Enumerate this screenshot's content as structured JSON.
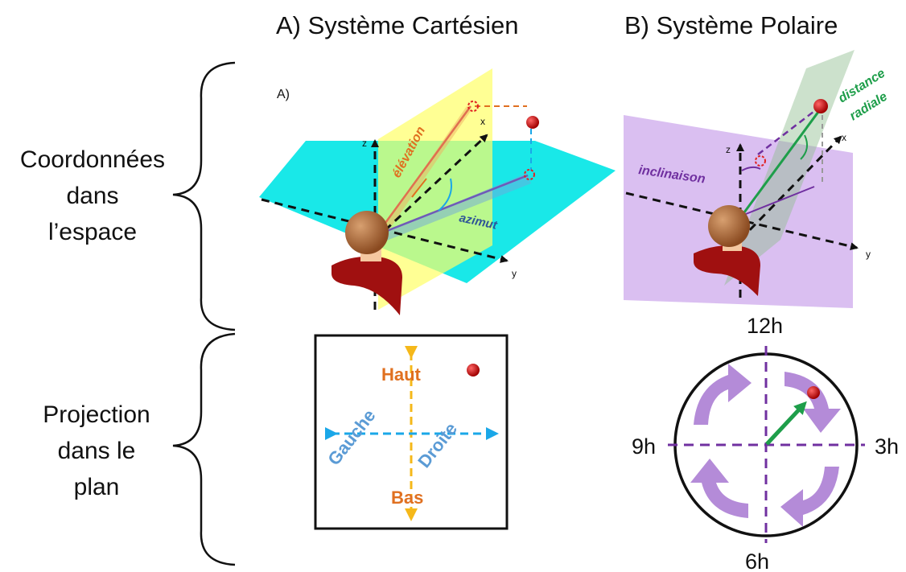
{
  "titles": {
    "cartesian": "A) Système Cartésien",
    "polar": "B) Système Polaire"
  },
  "row_labels": {
    "space": [
      "Coordonnées",
      "dans",
      "l’espace"
    ],
    "plane": [
      "Projection",
      "dans le",
      "plan"
    ]
  },
  "cartesian_3d": {
    "panel_label": "A)",
    "axis_z": "z",
    "axis_x": "x",
    "axis_y": "y",
    "elevation": "élévation",
    "azimuth": "azimut"
  },
  "polar_3d": {
    "axis_z": "z",
    "axis_x": "x",
    "axis_y": "y",
    "inclination": "inclinaison",
    "radial_1": "distance",
    "radial_2": "radiale"
  },
  "cartesian_plane": {
    "up": "Haut",
    "down": "Bas",
    "left": "Gauche",
    "right": "Droite"
  },
  "clock": {
    "h12": "12h",
    "h3": "3h",
    "h6": "6h",
    "h9": "9h"
  },
  "colors": {
    "cyan_plane": "#00e5e5",
    "yellow_plane": "#ffff66",
    "lavender_plane": "#d6b8f0",
    "purple": "#7030a0",
    "orange": "#e07020",
    "blue_label": "#5b9bd5",
    "green": "#1e9e4a",
    "red_dot": "#d00000"
  }
}
